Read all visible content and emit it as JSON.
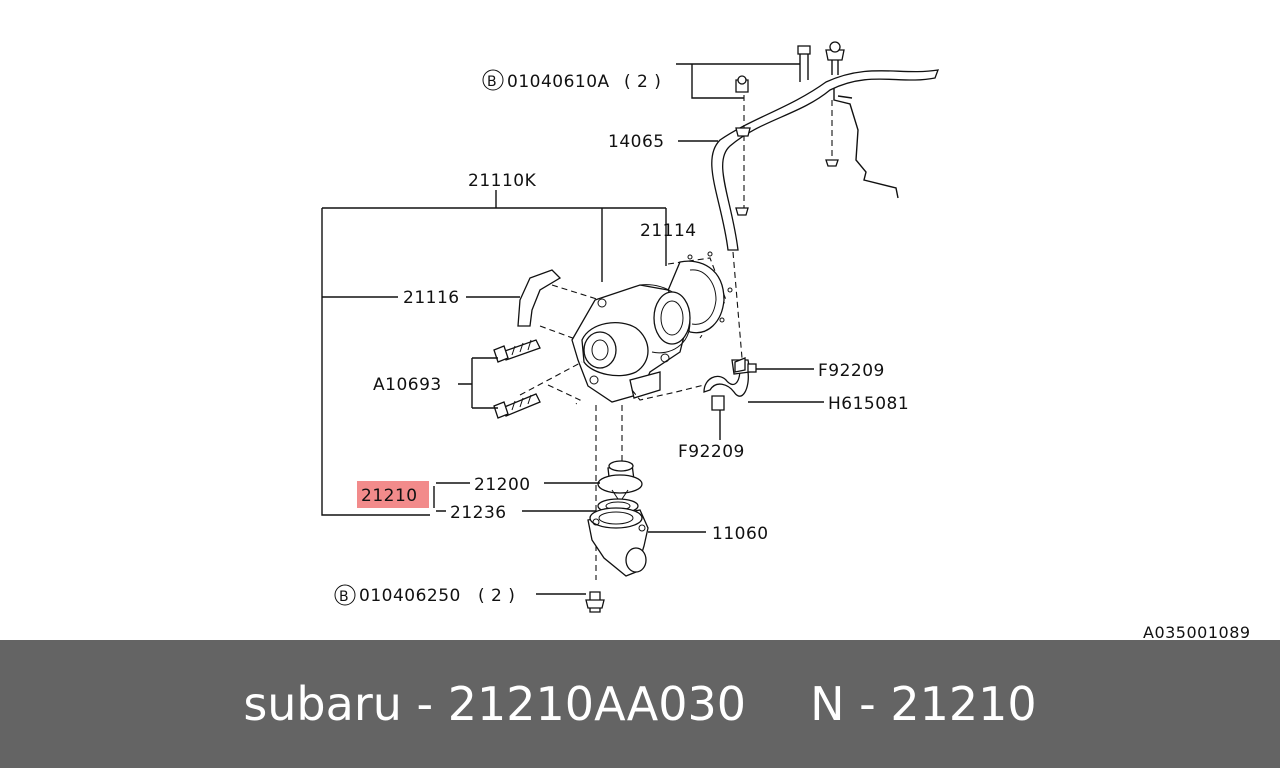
{
  "diagram": {
    "callouts": {
      "bolt_top": "01040610A",
      "bolt_top_qty": "( 2   )",
      "hose": "14065",
      "assembly": "21110K",
      "gasket_top": "21114",
      "gasket_side": "21116",
      "bolt_group": "A10693",
      "clamp_1": "F92209",
      "hose_small": "H615081",
      "clamp_2": "F92209",
      "thermostat": "21200",
      "highlighted": "21210",
      "gasket_bottom": "21236",
      "cover": "11060",
      "bolt_bottom": "010406250",
      "bolt_bottom_qty": "( 2   )",
      "bolt_symbol": "B"
    },
    "reference_code": "A035001089",
    "highlight_color": "#f28b8b"
  },
  "footer": {
    "brand_part": "subaru - 21210AA030",
    "ref_part": "N - 21210"
  },
  "colors": {
    "footer_bg": "#646464",
    "footer_text": "#ffffff"
  }
}
